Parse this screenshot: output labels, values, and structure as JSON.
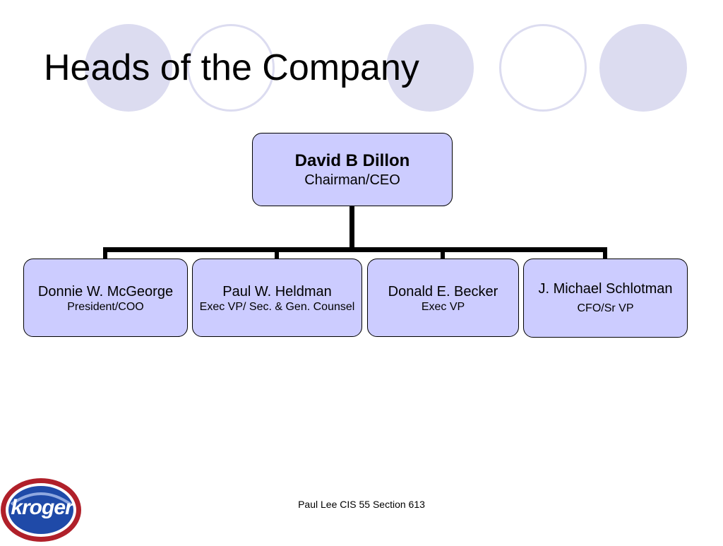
{
  "slide": {
    "title": "Heads of the Company",
    "footer": "Paul Lee CIS 55 Section 613"
  },
  "org_chart": {
    "root": {
      "name": "David B Dillon",
      "role": "Chairman/CEO"
    },
    "reports": [
      {
        "name": "Donnie W. McGeorge",
        "role": "President/COO"
      },
      {
        "name": "Paul W. Heldman",
        "role": "Exec VP/ Sec. & Gen. Counsel"
      },
      {
        "name": "Donald E. Becker",
        "role": "Exec VP"
      },
      {
        "name": "J. Michael Schlotman",
        "role": "CFO/Sr VP"
      }
    ]
  },
  "logo": {
    "text": "kroger"
  },
  "colors": {
    "box_fill": "#ccccff",
    "decor_circle": "#dcdcf0",
    "logo_red": "#b0202a",
    "logo_blue": "#1f4aa8"
  }
}
